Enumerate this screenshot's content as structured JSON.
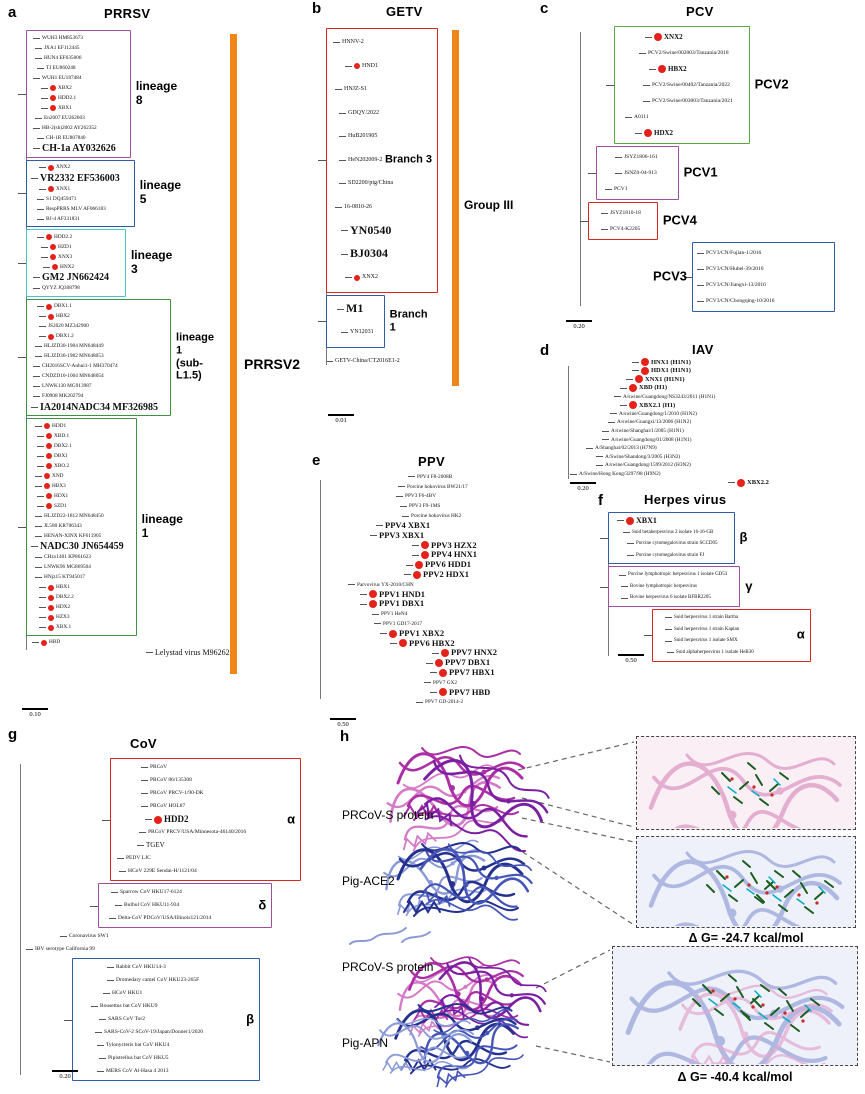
{
  "colors": {
    "dot": "#E3231A",
    "bar": "#F08519"
  },
  "panels": {
    "a": {
      "letter": "a",
      "title": "PRRSV",
      "side_label": "PRRSV2",
      "scale": "0.10",
      "items": [
        {
          "c": "#9B4F9E",
          "l": "lineage 8",
          "ls": 12,
          "p": 14,
          "leaves": [
            {
              "t": "WUH3 HM853673",
              "i": 2
            },
            {
              "t": "JXA1 EF112445",
              "i": 4
            },
            {
              "t": "HUN4 EF635006",
              "i": 4
            },
            {
              "t": "TJ EU860248",
              "i": 6
            },
            {
              "t": "WUH1 EU187484",
              "i": 2
            },
            {
              "t": "XBX2",
              "d": 1,
              "i": 10
            },
            {
              "t": "HDD2.1",
              "d": 1,
              "i": 10
            },
            {
              "t": "XBX1",
              "d": 1,
              "i": 10
            },
            {
              "t": "En2007 EU262603",
              "i": 4
            },
            {
              "t": "HB-2(sh)2002 AY262352",
              "i": 2
            },
            {
              "t": "CH-1R EU807840",
              "i": 6
            },
            {
              "t": "CH-1a AY032626",
              "b": 1,
              "i": 2
            }
          ]
        },
        {
          "c": "#2F5BA8",
          "l": "lineage 5",
          "ls": 12,
          "p": 14,
          "leaves": [
            {
              "t": "XNX2",
              "d": 1,
              "i": 8
            },
            {
              "t": "VR2332 EF536003",
              "b": 1
            },
            {
              "t": "XNX1",
              "d": 1,
              "i": 8
            },
            {
              "t": "S1 DQ459471",
              "i": 6
            },
            {
              "t": "RespPRRS MLV AF066183",
              "i": 6
            },
            {
              "t": "BJ-4 AF331831",
              "i": 6
            }
          ]
        },
        {
          "c": "#49C5C8",
          "l": "lineage 3",
          "ls": 12,
          "p": 16,
          "leaves": [
            {
              "t": "HDD2.2",
              "d": 1,
              "i": 6
            },
            {
              "t": "HZD1",
              "d": 1,
              "i": 10
            },
            {
              "t": "XNX3",
              "d": 1,
              "i": 10
            },
            {
              "t": "HNX2",
              "d": 1,
              "i": 12
            },
            {
              "t": "GM2 JN662424",
              "b": 1,
              "i": 2
            },
            {
              "t": "QYYZ JQ308798",
              "i": 2
            }
          ]
        },
        {
          "c": "#3E9142",
          "l": "lineage 1\n(sub-L1.5)",
          "ls": 11,
          "p": 12,
          "leaves": [
            {
              "t": "DBX1.1",
              "d": 1,
              "i": 6
            },
            {
              "t": "HBX2",
              "d": 1,
              "i": 8
            },
            {
              "t": "JS2020 MZ342900",
              "i": 8
            },
            {
              "t": "DBX1.2",
              "d": 1,
              "i": 8
            },
            {
              "t": "HLJZD30-1984 MN648449",
              "i": 4
            },
            {
              "t": "HLJZD30-1982 MN648053",
              "i": 4
            },
            {
              "t": "CH2016SCV-Anhui1-1 MH370474",
              "i": 2
            },
            {
              "t": "CNDZD10-1004 MN648054",
              "i": 2
            },
            {
              "t": "LNWK130 MG913987",
              "i": 2
            },
            {
              "t": "FJ0908 MK202794",
              "i": 2
            },
            {
              "t": "IA2014NADC34 MF326985",
              "b": 1
            }
          ]
        },
        {
          "c": "#3E9142",
          "l": "lineage 1",
          "ls": 12,
          "p": 12,
          "leaves": [
            {
              "t": "HDD1",
              "d": 1,
              "i": 4
            },
            {
              "t": "XBD.1",
              "d": 1,
              "i": 6
            },
            {
              "t": "DBX2.1",
              "d": 1,
              "i": 6
            },
            {
              "t": "DBX1",
              "d": 1,
              "i": 6
            },
            {
              "t": "XBO.2",
              "d": 1,
              "i": 6
            },
            {
              "t": "XND",
              "d": 1,
              "i": 4
            },
            {
              "t": "HBX3",
              "d": 1,
              "i": 4
            },
            {
              "t": "HDX1",
              "d": 1,
              "i": 6
            },
            {
              "t": "SZD1",
              "d": 1,
              "i": 6
            },
            {
              "t": "HLJZD22-1812 MN648450",
              "i": 4
            },
            {
              "t": "JL580 KR706343",
              "i": 4
            },
            {
              "t": "HENAN-XINX KF611905",
              "i": 4
            },
            {
              "t": "NADC30 JN654459",
              "b": 1
            },
            {
              "t": "CHzx1401 KP861623",
              "i": 4
            },
            {
              "t": "LNWK96 MG869504",
              "i": 4
            },
            {
              "t": "HNjz15 KT945017",
              "i": 4
            },
            {
              "t": "HBX1",
              "d": 1,
              "i": 8
            },
            {
              "t": "DBX2.2",
              "d": 1,
              "i": 8
            },
            {
              "t": "HDX2",
              "d": 1,
              "i": 8
            },
            {
              "t": "HZX3",
              "d": 1,
              "i": 8
            },
            {
              "t": "XBX.1",
              "d": 1,
              "i": 8
            }
          ]
        },
        {
          "t": "HBD",
          "d": 1,
          "i": 6
        },
        {
          "t": "Lelystad virus M96262",
          "i": 120,
          "s": "8px"
        }
      ]
    },
    "b": {
      "letter": "b",
      "title": "GETV",
      "side_label": "Group III",
      "scale": "0.01",
      "items": [
        {
          "c": "#D7281E",
          "l": "Branch 3",
          "ls": 11,
          "inside": 1,
          "p": 44,
          "leaves": [
            {
              "t": "HNNV-2",
              "i": 2
            },
            {
              "t": "HND1",
              "d": 1,
              "i": 14
            },
            {
              "t": "HNJZ-S1",
              "i": 4
            },
            {
              "t": "GDQY/2022",
              "i": 8
            },
            {
              "t": "HuB201905",
              "i": 8
            },
            {
              "t": "HeN202009-2",
              "i": 8
            },
            {
              "t": "SD2200/pig/China",
              "i": 8
            },
            {
              "t": "16-0810-26",
              "i": 4
            },
            {
              "t": "YN0540",
              "b": 1,
              "i": 10
            },
            {
              "t": "BJ0304",
              "b": 1,
              "i": 10
            },
            {
              "t": "XNX2",
              "d": 1,
              "i": 14
            }
          ]
        },
        {
          "c": "#2F5BA8",
          "l": "Branch 1",
          "ls": 11,
          "p": 10,
          "leaves": [
            {
              "t": "M1",
              "b": 1,
              "i": 6
            },
            {
              "t": "YN12031",
              "i": 10
            }
          ]
        },
        {
          "t": "GETV-China/CT2016E1-2",
          "s": "6px"
        }
      ]
    },
    "c": {
      "letter": "c",
      "title": "PCV",
      "scale": "0.20",
      "items": [
        {
          "c": "#5BA842",
          "l": "PCV2",
          "ls": 13,
          "i": 34,
          "p": 16,
          "leaves": [
            {
              "t": "XNX2",
              "d": 1,
              "b": 1,
              "i": 26
            },
            {
              "t": "PCV2/Swine/002003/Tanzania/2018",
              "i": 20
            },
            {
              "t": "HBX2",
              "d": 1,
              "b": 1,
              "i": 30
            },
            {
              "t": "PCV2/Swine/00402/Tanzania/2022",
              "i": 24
            },
            {
              "t": "PCV2/Swine/003003/Tanzania/2021",
              "i": 24
            },
            {
              "t": "A0111",
              "i": 6
            },
            {
              "t": "HDX2",
              "d": 1,
              "b": 1,
              "i": 16
            }
          ]
        },
        {
          "c": "#9B4F9E",
          "l": "PCV1",
          "ls": 13,
          "i": 16,
          "p": 20,
          "leaves": [
            {
              "t": "JSYZ1806-161",
              "i": 14
            },
            {
              "t": "JSNZ0-04-913",
              "i": 14
            },
            {
              "t": "PCV1",
              "i": 4
            }
          ]
        },
        {
          "c": "#D7281E",
          "l": "PCV4",
          "ls": 13,
          "i": 8,
          "p": 16,
          "leaves": [
            {
              "t": "JSYZ1810-18",
              "i": 8
            },
            {
              "t": "PCV4-K2205",
              "i": 8
            }
          ]
        },
        {
          "c": "#2F5BA8",
          "l": "PCV3",
          "ls": 13,
          "lpos": "left",
          "i": 112,
          "p": 60,
          "leaves": [
            {
              "t": "PCV3/CN/Fujian-1/2016"
            },
            {
              "t": "PCV3/CN/Hubei-39/2016"
            },
            {
              "t": "PCV3/CN/Jiangxi-13/2016"
            },
            {
              "t": "PCV3/CN/Chongqing-10/2016"
            }
          ]
        }
      ]
    },
    "d": {
      "letter": "d",
      "title": "IAV",
      "scale": "0.20",
      "items": [
        {
          "t": "HNX1 (H1N1)",
          "d": 1,
          "b": 1,
          "i": 64
        },
        {
          "t": "HDX1 (H1N1)",
          "d": 1,
          "b": 1,
          "i": 64
        },
        {
          "t": "XNX1 (H1N1)",
          "d": 1,
          "b": 1,
          "i": 58
        },
        {
          "t": "XBD (H1)",
          "d": 1,
          "b": 1,
          "i": 52
        },
        {
          "t": "A/swine/Guangdong/NS3243/2011 (H1N1)",
          "i": 46
        },
        {
          "t": "XBX2.1 (H1)",
          "d": 1,
          "b": 1,
          "i": 52
        },
        {
          "t": "A/swine/Guangdong/1/2010 (H1N2)",
          "i": 42
        },
        {
          "t": "A/swine/Guangxi/13/2006 (H1N2)",
          "i": 40
        },
        {
          "t": "A/swine/Shanghai/1/2005 (H1N1)",
          "i": 34
        },
        {
          "t": "A/swine/Guangdong/01/2008 (H1N1)",
          "i": 34
        },
        {
          "t": "A/Shanghai/02/2013 (H7N9)",
          "i": 18
        },
        {
          "t": "A/Swine/Shandong/3/2005 (H3N2)",
          "i": 28
        },
        {
          "t": "A/swine/Guangdong/1599/2012 (H3N2)",
          "i": 28
        },
        {
          "t": "A/Swine/Hong Kong/3297/98 (H9N2)",
          "i": 2
        },
        {
          "t": "XBX2.2",
          "d": 1,
          "b": 1,
          "i": 160
        }
      ]
    },
    "e": {
      "letter": "e",
      "title": "PPV",
      "scale": "0.50",
      "items": [
        {
          "t": "PPV4 F8-2008B",
          "i": 88
        },
        {
          "t": "Porcine hokovirus BW21/17",
          "i": 78
        },
        {
          "t": "PPV3 F6-4BV",
          "i": 76
        },
        {
          "t": "PPV3 F9-1MS",
          "i": 80
        },
        {
          "t": "Porcine hokovirus HK2",
          "i": 82
        },
        {
          "t": "PPV4 XBX1",
          "b": 1,
          "i": 56
        },
        {
          "t": "PPV3 XBX1",
          "b": 1,
          "i": 50
        },
        {
          "t": "PPV3 HZX2",
          "b": 1,
          "d": 1,
          "i": 92
        },
        {
          "t": "PPV4 HNX1",
          "b": 1,
          "d": 1,
          "i": 92
        },
        {
          "t": "PPV6 HDD1",
          "b": 1,
          "d": 1,
          "i": 86
        },
        {
          "t": "PPV2 HDX1",
          "b": 1,
          "d": 1,
          "i": 84
        },
        {
          "t": "Parvovirus YX-2010/CHN",
          "i": 28
        },
        {
          "t": "PPV1 HND1",
          "b": 1,
          "d": 1,
          "i": 40
        },
        {
          "t": "PPV1 DBX1",
          "b": 1,
          "d": 1,
          "i": 40
        },
        {
          "t": "PPV1 HeN4",
          "i": 52
        },
        {
          "t": "PPV1 GD17-2017",
          "i": 54
        },
        {
          "t": "PPV1 XBX2",
          "b": 1,
          "d": 1,
          "i": 60
        },
        {
          "t": "PPV6 HBX2",
          "b": 1,
          "d": 1,
          "i": 70
        },
        {
          "t": "PPV7 HNX2",
          "b": 1,
          "d": 1,
          "i": 112
        },
        {
          "t": "PPV7 DBX1",
          "b": 1,
          "d": 1,
          "i": 106
        },
        {
          "t": "PPV7 HBX1",
          "b": 1,
          "d": 1,
          "i": 110
        },
        {
          "t": "PPV7 GX2",
          "i": 104
        },
        {
          "t": "PPV7 HBD",
          "b": 1,
          "d": 1,
          "i": 110
        },
        {
          "t": "PPV7 GD-2014-2",
          "i": 96
        }
      ]
    },
    "f": {
      "letter": "f",
      "title": "Herpes virus",
      "scale": "0.50",
      "items": [
        {
          "c": "#2F5BA8",
          "l": "β",
          "ls": 13,
          "p": 16,
          "leaves": [
            {
              "t": "XBX1",
              "d": 1,
              "b": 1,
              "i": 4
            },
            {
              "t": "Suid betaherpesvirus 2 isolate 16-16-GB",
              "i": 10
            },
            {
              "t": "Porcine cytomegalovirus strain SCCD05",
              "i": 14
            },
            {
              "t": "Porcine cytomegalovirus strain FJ",
              "i": 14
            }
          ]
        },
        {
          "c": "#9B4F9E",
          "l": "γ",
          "ls": 13,
          "p": 12,
          "leaves": [
            {
              "t": "Porcine lymphotropic herpesvirus 1 isolate GD53",
              "i": 6
            },
            {
              "t": "Bovine lymphotropic herpesvirus",
              "i": 8
            },
            {
              "t": "Bovine herpesvirus 6 isolate BFBR2205",
              "i": 8
            }
          ]
        },
        {
          "c": "#D7281E",
          "l": "α",
          "ls": 13,
          "inside": 1,
          "i": 44,
          "p": 56,
          "leaves": [
            {
              "t": "Suid herpesvirus 1 strain Bartha",
              "i": 8
            },
            {
              "t": "Suid herpesvirus 1 strain Kaplan",
              "i": 8
            },
            {
              "t": "Suid herpesvirus 1 isolate SMX",
              "i": 8
            },
            {
              "t": "Suid alphaherpesvirus 1 isolate HeB30",
              "i": 10
            }
          ]
        }
      ]
    },
    "g": {
      "letter": "g",
      "title": "CoV",
      "scale": "0.20",
      "items": [
        {
          "c": "#D7281E",
          "l": "α",
          "ls": 13,
          "inside": 1,
          "i": 90,
          "p": 54,
          "leaves": [
            {
              "t": "PRCoV",
              "i": 26
            },
            {
              "t": "PRCoV 86/135308",
              "i": 26
            },
            {
              "t": "PRCoV PRCV-1/90-DK",
              "i": 26
            },
            {
              "t": "PRCoV HOL87",
              "i": 26
            },
            {
              "t": "HDD2",
              "d": 1,
              "b": 1,
              "i": 30
            },
            {
              "t": "PRCoV PRCV/USA/Minnesota-46140/2016",
              "i": 24
            },
            {
              "t": "TGEV",
              "s": "7px",
              "i": 22
            },
            {
              "t": "PEDV LJC",
              "i": 2
            },
            {
              "t": "HCoV 229E Sendai-H/1121/04",
              "i": 4
            }
          ]
        },
        {
          "c": "#9B4F9E",
          "l": "δ",
          "ls": 13,
          "inside": 1,
          "i": 78,
          "p": 60,
          "leaves": [
            {
              "t": "Sparrow CoV HKU17-6124",
              "i": 8
            },
            {
              "t": "Bulbul CoV HKU11-934",
              "i": 12
            },
            {
              "t": "Delta-CoV PDCoV/USA/Illinois121/2014",
              "i": 6
            }
          ]
        },
        {
          "t": "Coronavirus SW1",
          "i": 40
        },
        {
          "t": "IBV serotype California 99",
          "i": 6
        },
        {
          "c": "#2F5BA8",
          "l": "β",
          "ls": 13,
          "inside": 1,
          "i": 52,
          "p": 56,
          "leaves": [
            {
              "t": "Rabbit CoV HKU14-3",
              "i": 30
            },
            {
              "t": "Dromedary camel CoV HKU23-265F",
              "i": 30
            },
            {
              "t": "HCoV HKU1",
              "i": 26
            },
            {
              "t": "Rousettus bat CoV HKU9",
              "i": 14
            },
            {
              "t": "SARS CoV Tor2",
              "i": 22
            },
            {
              "t": "SARS-CoV-2 SCoV-19/Japan/Donner1/2020",
              "i": 18
            },
            {
              "t": "Tylonycteris bat CoV HKU4",
              "i": 20
            },
            {
              "t": "Pipistrellus bat CoV HKU5",
              "i": 22
            },
            {
              "t": "MERS CoV Al-Hasa 4 2013",
              "i": 20
            }
          ]
        }
      ]
    },
    "h": {
      "letter": "h",
      "complex1": {
        "protein": "PRCoV-S protein",
        "receptor": "Pig-ACE2",
        "energy": "Δ G= -24.7 kcal/mol"
      },
      "complex2": {
        "protein": "PRCoV-S protein",
        "receptor": "Pig-APN",
        "energy": "Δ G= -40.4 kcal/mol"
      }
    }
  }
}
